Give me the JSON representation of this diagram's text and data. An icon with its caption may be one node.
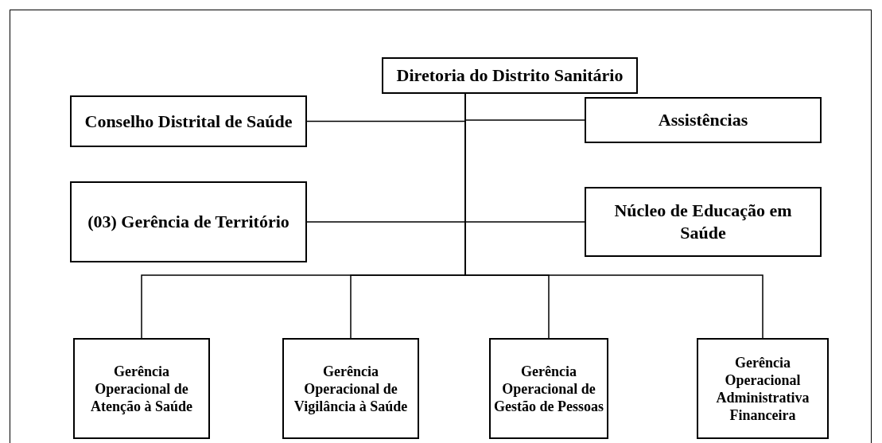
{
  "diagram": {
    "nodes": [
      {
        "text": [
          "Diretoria do Distrito Sanitário"
        ]
      },
      {
        "text": [
          "Conselho Distrital de Saúde"
        ]
      },
      {
        "text": [
          "Assistências"
        ]
      },
      {
        "text": [
          "(03) Gerência de Território"
        ]
      },
      {
        "text": [
          "Núcleo de Educação em Saúde"
        ]
      },
      {
        "text": [
          "Gerência Operacional de Atenção à Saúde"
        ]
      },
      {
        "text": [
          "Gerência Operacional de Vigilância à Saúde"
        ]
      },
      {
        "text": [
          "Gerência Operacional de Gestão de Pessoas"
        ]
      },
      {
        "text": [
          "Gerência Operacional Administrativa Financeira"
        ]
      }
    ],
    "edges": [
      {
        "from": 0,
        "to": 1,
        "arrow": "none"
      },
      {
        "from": 0,
        "to": 2,
        "arrow": "none"
      },
      {
        "from": 0,
        "to": 3,
        "arrow": "none"
      },
      {
        "from": 0,
        "to": 4,
        "arrow": "none"
      },
      {
        "from": 0,
        "to": 5,
        "arrow": "none"
      },
      {
        "from": 0,
        "to": 6,
        "arrow": "none"
      },
      {
        "from": 0,
        "to": 7,
        "arrow": "none"
      },
      {
        "from": 0,
        "to": 8,
        "arrow": "none"
      }
    ]
  }
}
